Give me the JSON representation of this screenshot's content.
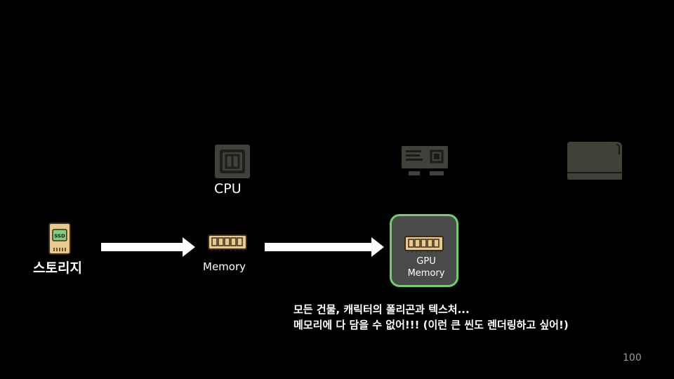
{
  "labels": {
    "storage": "스토리지",
    "cpu": "CPU",
    "memory": "Memory",
    "gpu": "GPU",
    "gpu_memory": "Memory"
  },
  "ssd_chip_text": "SSD",
  "note": {
    "line1": "모든 건물, 캐릭터의 폴리곤과 텍스처...",
    "line2": "메모리에 다 담을 수 없어!!! (이런 큰 씬도 렌더링하고 싶어!)"
  },
  "page_number": "100",
  "colors": {
    "background": "#000000",
    "highlight_border": "#6fcf6c",
    "gpu_box_fill": "#4a4a4a",
    "faded_icon": "#3f4238",
    "memory_stick": "#e8c98f"
  },
  "icons": [
    "ssd-icon",
    "cpu-icon",
    "memory-icon",
    "gpu-card-icon",
    "gpu-memory-icon",
    "monitor-icon"
  ]
}
